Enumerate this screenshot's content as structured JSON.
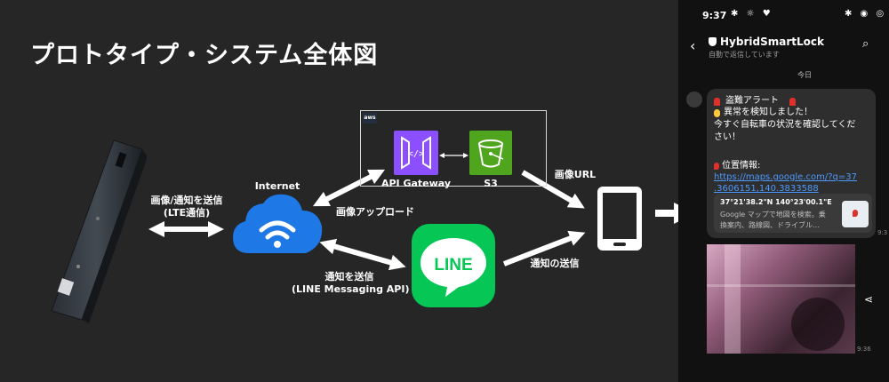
{
  "title": "プロトタイプ・システム全体図",
  "diagram": {
    "labels": {
      "device_link": [
        "画像/通知を送信",
        "(LTE通信)"
      ],
      "internet": "Internet",
      "upload": "画像アップロード",
      "notify": [
        "通知を送信",
        "(LINE Messaging API)"
      ],
      "image_url": "画像URL",
      "notify_send": "通知の送信",
      "api_gateway": "API Gateway",
      "s3": "S3",
      "aws": "aws",
      "line": "LINE"
    },
    "colors": {
      "background": "#262626",
      "arrow": "#ffffff",
      "cloud": "#1e78e6",
      "api_gateway": "#8c4fff",
      "s3": "#4fa51e",
      "line": "#06c755"
    },
    "icons": [
      "lock-device-image",
      "cloud-wifi-icon",
      "api-gateway-icon",
      "s3-bucket-icon",
      "line-app-icon",
      "smartphone-icon"
    ]
  },
  "phone": {
    "time": "9:37",
    "chat_name": "HybridSmartLock",
    "chat_sub": "自動で返信しています",
    "date": "今日",
    "message": {
      "line1": "盗難アラート",
      "line2": "異常を検知しました！",
      "line3": "今すぐ自転車の状況を確認してくだ",
      "line4": "さい！",
      "line5": "位置情報:",
      "link1": "https://maps.google.com/?q=37",
      "link2": ".3606151,140.3833588"
    },
    "card": {
      "coords": "37°21'38.2\"N 140°23'00.1\"E",
      "desc1": "Google マップで地図を検索。乗",
      "desc2": "換案内、路線図、ドライブル…"
    },
    "time_msg": "9:3",
    "time_photo": "9:36"
  }
}
